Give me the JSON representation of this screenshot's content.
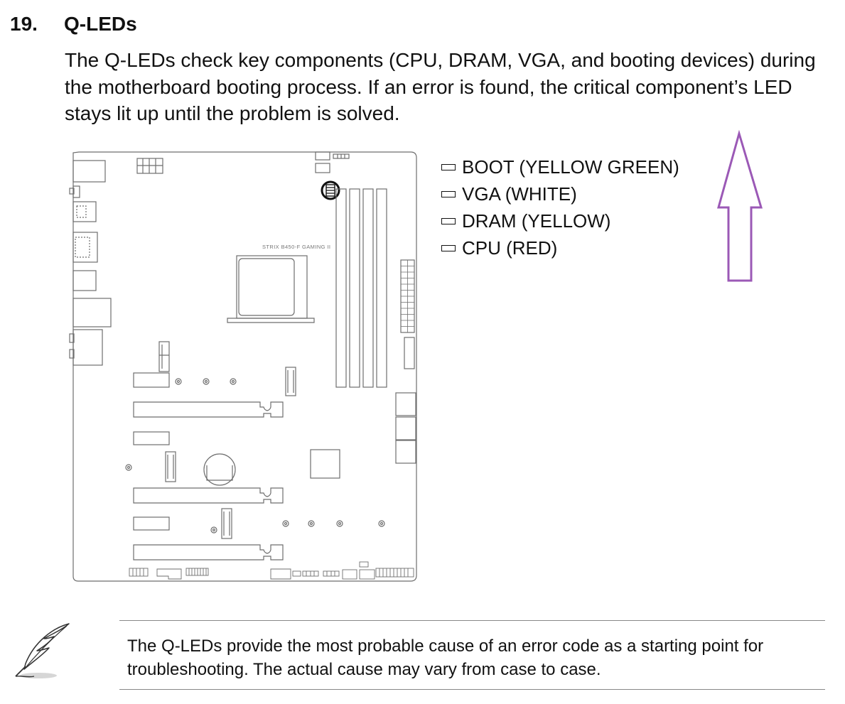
{
  "section": {
    "number": "19.",
    "title": "Q-LEDs"
  },
  "body": {
    "lines": [
      "The Q-LEDs check key components (CPU, DRAM, VGA, and booting devices) during",
      "the motherboard booting process. If an error is found, the critical component’s LED",
      "stays lit up until the problem is solved."
    ]
  },
  "board": {
    "model_label": "STRIX B450-F GAMING II"
  },
  "legend": {
    "items": [
      {
        "label": "BOOT (YELLOW GREEN)"
      },
      {
        "label": "VGA (WHITE)"
      },
      {
        "label": "DRAM (YELLOW)"
      },
      {
        "label": "CPU (RED)"
      }
    ]
  },
  "arrow": {
    "icon": "up-arrow-icon",
    "color": "#9b59b6"
  },
  "note": {
    "icon": "quill-pen-icon",
    "lines": [
      "The Q-LEDs provide the most probable cause of an error code as a starting point for",
      "troubleshooting. The actual cause may vary from case to case."
    ]
  }
}
